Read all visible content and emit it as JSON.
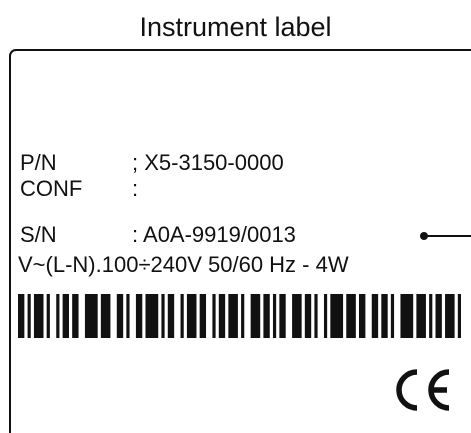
{
  "title": "Instrument label",
  "label": {
    "fields": [
      {
        "key": "P/N",
        "sep": "; ",
        "value": "X5-3150-0000"
      },
      {
        "key": "CONF",
        "sep": ":",
        "value": ""
      },
      {
        "key": "S/N",
        "sep": ": ",
        "value": "A0A-9919/0013"
      }
    ],
    "power": "V~(L-N).100÷240V 50/60 Hz - 4W",
    "barcode_pattern": "1101011101001011011001111011100110100110111101011001011101100101101110100111011010110011101101001011110111011001101101001111011101011011101",
    "ce_mark": "CE"
  },
  "colors": {
    "ink": "#111111",
    "background": "#ffffff"
  }
}
